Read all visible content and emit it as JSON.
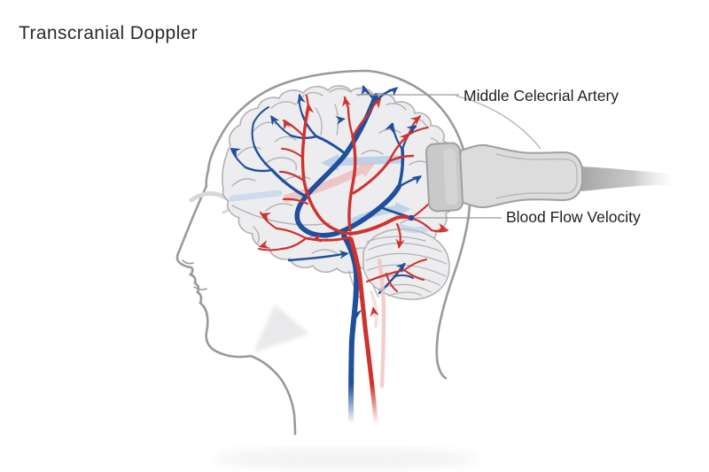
{
  "title": "Transcranial Doppler",
  "annotations": {
    "artery_label": "Middle Celecrial Artery",
    "velocity_label": "Blood Flow Velocity"
  },
  "colors": {
    "background": "#ffffff",
    "text": "#1f1f1f",
    "outline": "#9a9a9a",
    "brain_line": "#b2b2b4",
    "brain_fill": "#ededef",
    "artery": "#d0322d",
    "vein": "#1f4f9d",
    "flow_blue": "#a9c6e8",
    "flow_pink": "#eebcb8",
    "pink_vessel": "#f0c3bf",
    "probe_body": "#dcdcdc",
    "probe_pad": "#c9c9c9",
    "probe_stroke": "#a0a0a0",
    "leader": "#9a9a9a"
  }
}
